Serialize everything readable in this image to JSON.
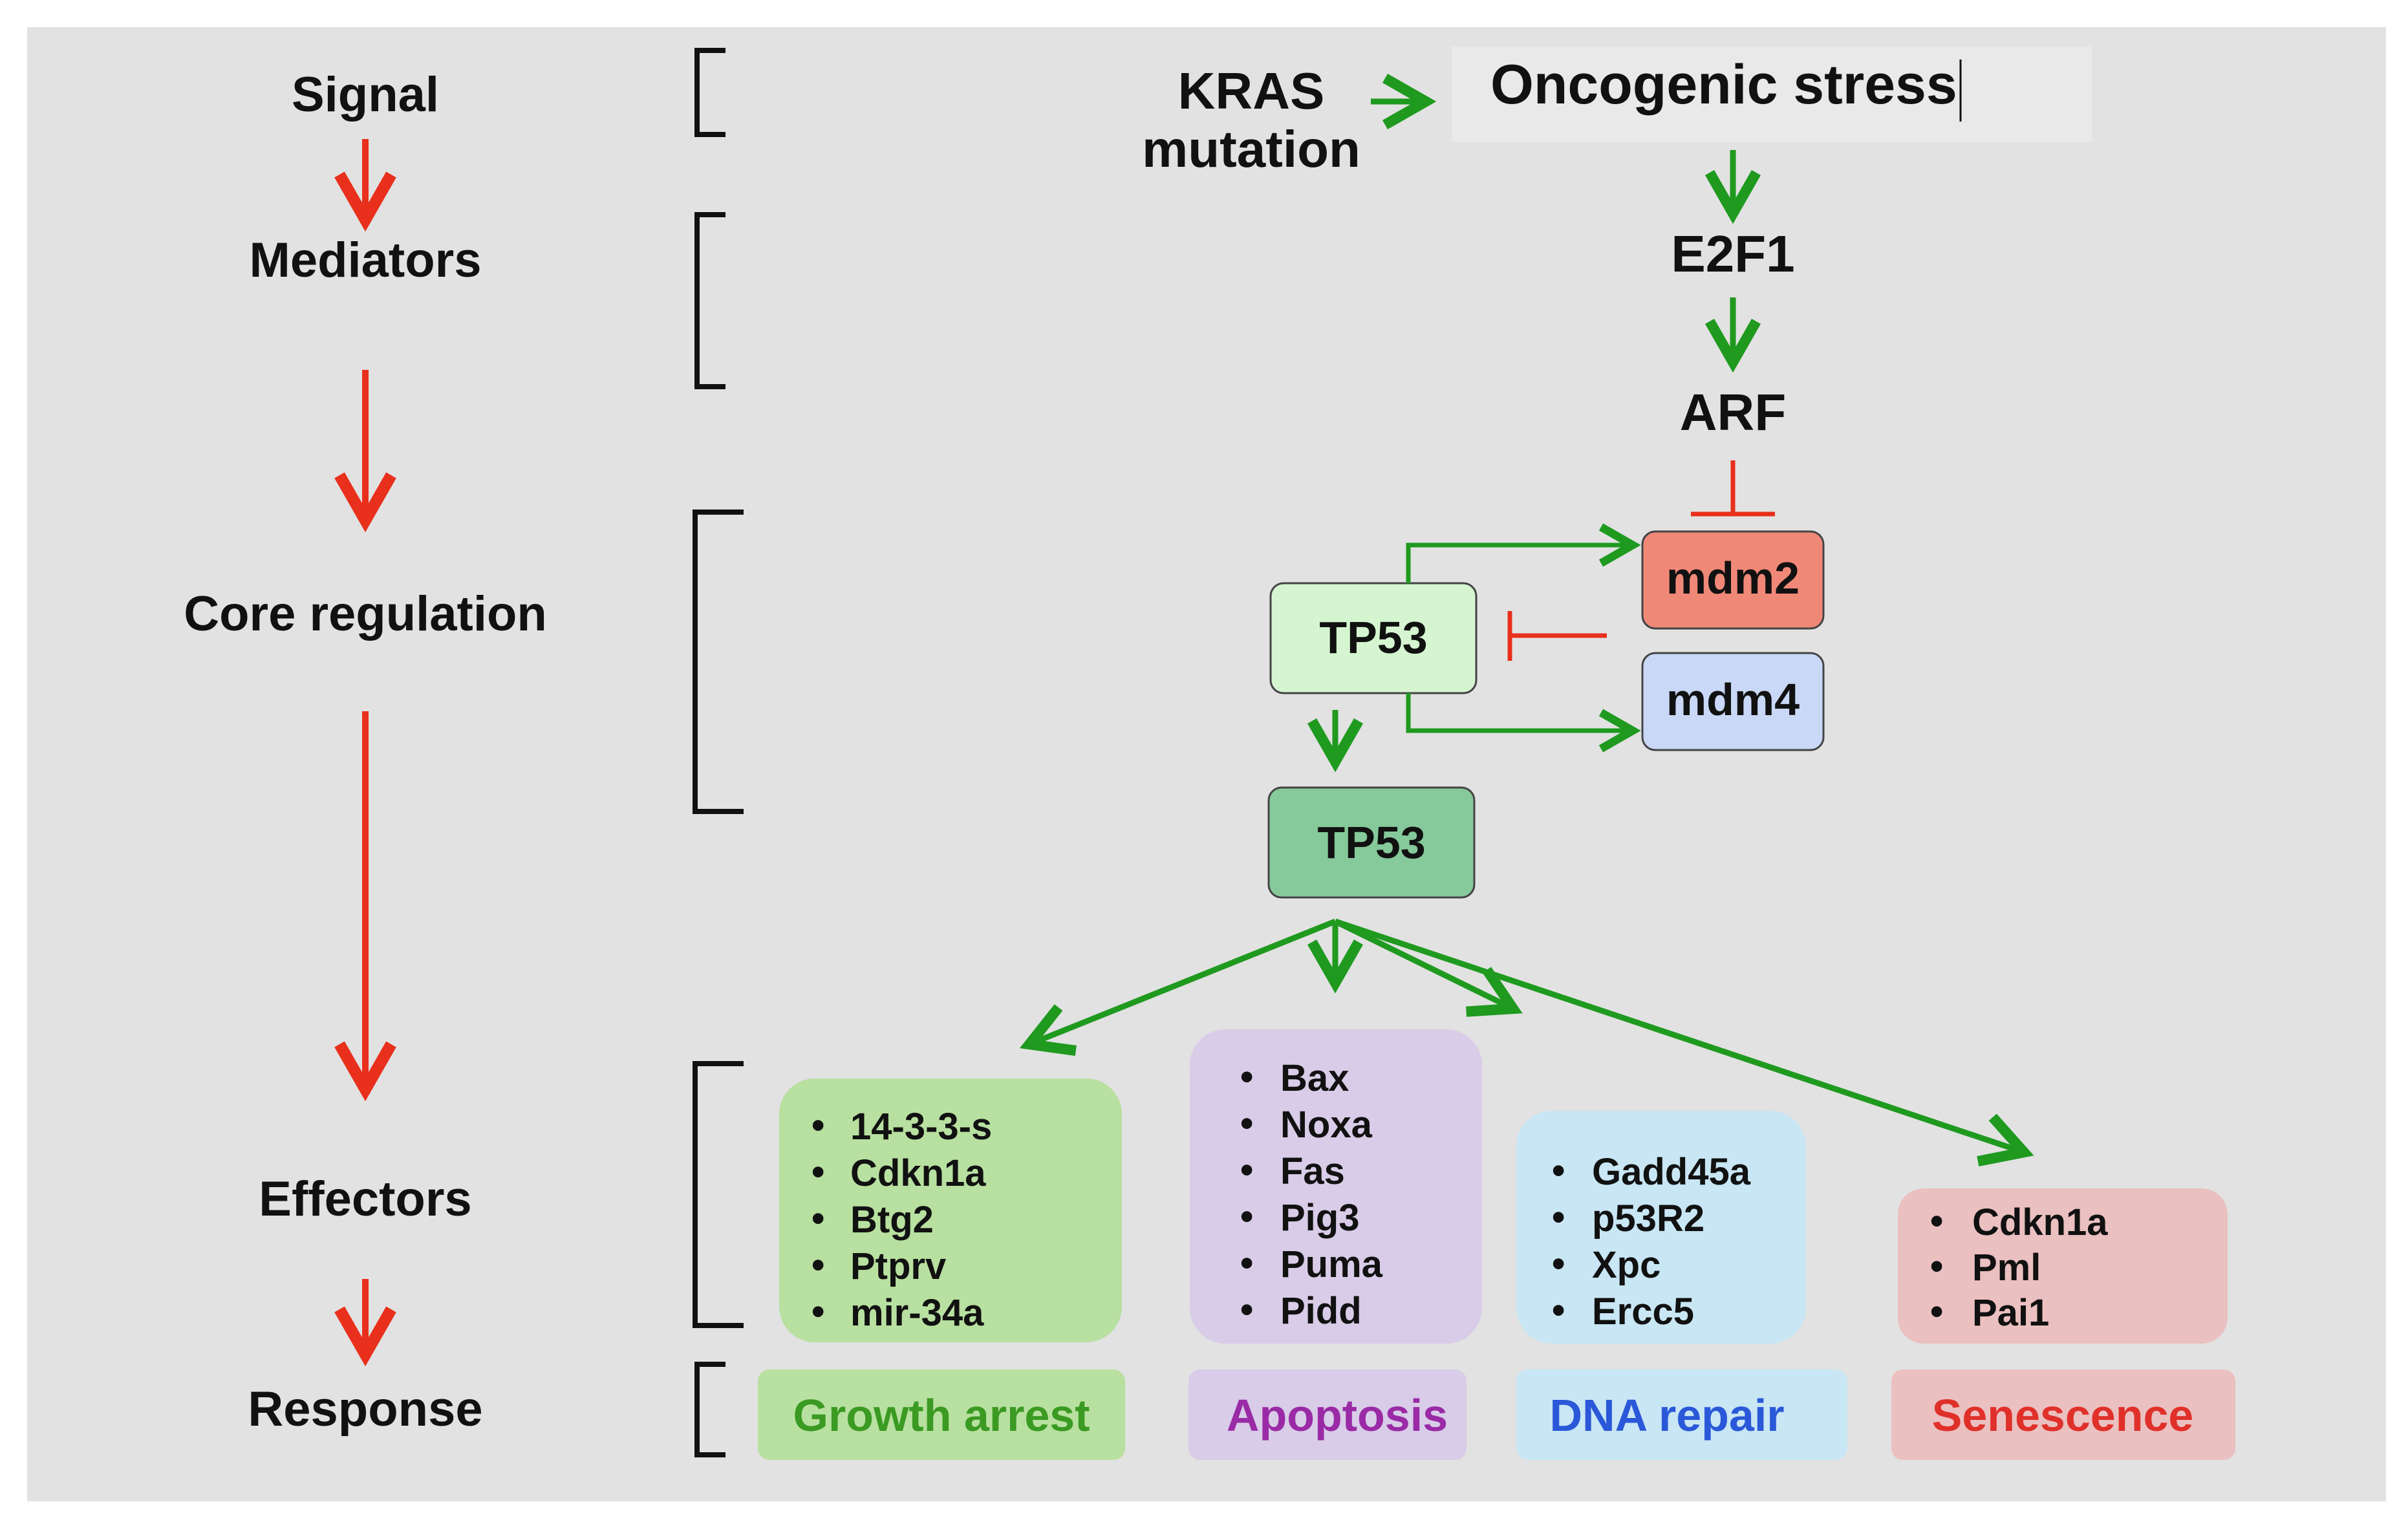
{
  "levels": {
    "signal": "Signal",
    "mediators": "Mediators",
    "core_regulation": "Core regulation",
    "effectors": "Effectors",
    "response": "Response"
  },
  "nodes": {
    "kras_line1": "KRAS",
    "kras_line2": "mutation",
    "oncogenic_stress": "Oncogenic stress",
    "e2f1": "E2F1",
    "arf": "ARF",
    "mdm2": "mdm2",
    "mdm4": "mdm4",
    "tp53_inactive": "TP53",
    "tp53_active": "TP53"
  },
  "effectors": {
    "growth_arrest": [
      "14-3-3-s",
      "Cdkn1a",
      "Btg2",
      "Ptprv",
      "mir-34a"
    ],
    "apoptosis": [
      "Bax",
      "Noxa",
      "Fas",
      "Pig3",
      "Puma",
      "Pidd"
    ],
    "dna_repair": [
      "Gadd45a",
      "p53R2",
      "Xpc",
      "Ercc5"
    ],
    "senescence": [
      "Cdkn1a",
      "Pml",
      "Pai1"
    ]
  },
  "responses": {
    "growth_arrest": "Growth arrest",
    "apoptosis": "Apoptosis",
    "dna_repair": "DNA repair",
    "senescence": "Senescence"
  },
  "bullet": "•",
  "colors": {
    "activation_arrow": "#1f9a1f",
    "level_arrow": "#e8301c",
    "inhibition": "#e8301c",
    "mdm2_fill": "#f08878",
    "mdm4_fill": "#c8d8f6",
    "tp53_inactive_fill": "#d4f5d0",
    "tp53_active_fill": "#86c99a",
    "growth_arrest_fill": "#b8e0a0",
    "growth_arrest_text": "#3a9a22",
    "apoptosis_fill": "#d8cce8",
    "apoptosis_text": "#9a2aa6",
    "dna_repair_fill": "#c8e6f4",
    "dna_repair_text": "#2a58d8",
    "senescence_fill": "#ebc0c0",
    "senescence_text": "#e0302a"
  }
}
